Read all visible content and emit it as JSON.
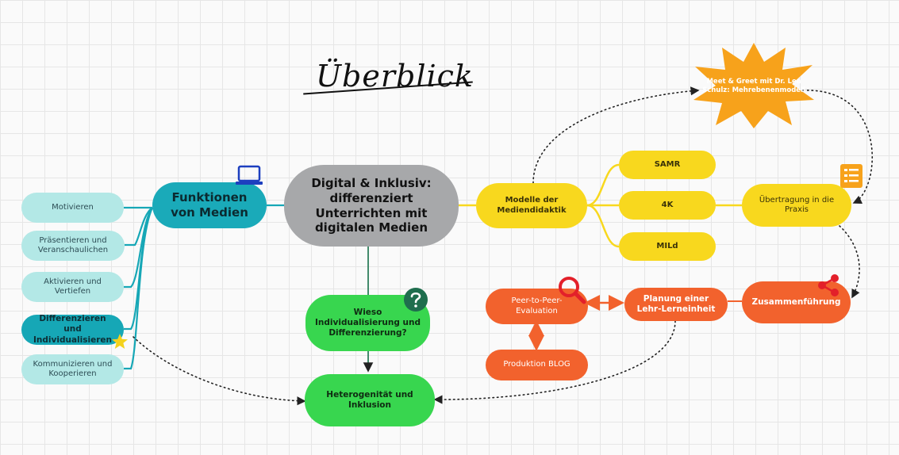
{
  "title": "Überblick",
  "colors": {
    "light_teal": "#b3e8e6",
    "teal": "#16a7b6",
    "grey": "#a7a8aa",
    "green": "#38d64f",
    "yellow": "#f8d81e",
    "orange": "#f2622d",
    "burst": "#f7a21b"
  },
  "nodes": {
    "center": "Digital & Inklusiv: differenziert Unterrichten mit digitalen Medien",
    "funktionen": "Funktionen von Medien",
    "motivieren": "Motivieren",
    "praesentieren": "Präsentieren und Veranschaulichen",
    "aktivieren": "Aktivieren und Vertiefen",
    "differenzieren": "Differenzieren und Individualisieren",
    "kommunizieren": "Kommunizieren und Kooperieren",
    "wieso": "Wieso Individualisierung und Differenzierung?",
    "heterogenitaet": "Heterogenität und Inklusion",
    "modelle": "Modelle der Mediendidaktik",
    "samr": "SAMR",
    "vierk": "4K",
    "mild": "MILd",
    "uebertragung": "Übertragung in die Praxis",
    "meet": "Meet & Greet mit Dr. Lea Schulz: Mehrebenenmodell",
    "zusammenfuehrung": "Zusammenführung",
    "planung": "Planung einer Lehr-Lerneinheit",
    "peer": "Peer-to-Peer-Evaluation",
    "produktion": "Produktion BLOG"
  },
  "icons": [
    "laptop-icon",
    "question-icon",
    "checklist-icon",
    "magnifier-icon",
    "share-icon",
    "star-icon"
  ]
}
